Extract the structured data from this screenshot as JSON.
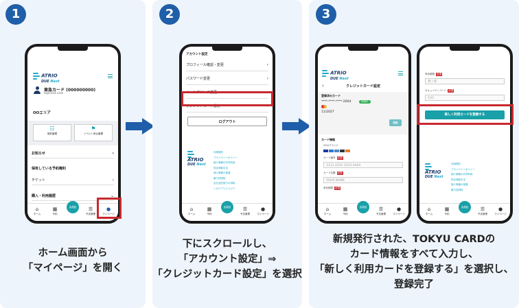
{
  "steps": [
    {
      "number": "1",
      "caption_lines": [
        "ホーム画面から",
        "「マイページ」を開く"
      ]
    },
    {
      "number": "2",
      "caption_lines": [
        "下にスクロールし、",
        "「アカウント設定」⇒",
        "「クレジットカード設定」を選択"
      ]
    },
    {
      "number": "3",
      "caption_lines": [
        "新規発行された、TOKYU CARDの",
        "カード情報をすべて入力し、",
        "「新しく利用カードを登録する」を選択し、",
        "登録完了"
      ]
    }
  ],
  "logo": {
    "line1": "ATRIO",
    "line2a": "DUE",
    "line2b": "Next"
  },
  "phone1": {
    "card_name": "東急カード (000000000)",
    "card_domain": "topcard.com",
    "area": "OOエリア",
    "btn_contract": "契約管理",
    "btn_event": "イベント申込管理",
    "rows": [
      "お知らせ",
      "保有している予約権利",
      "チケット",
      "購入・利用履歴"
    ]
  },
  "tabs": {
    "home": "ホーム",
    "reserve": "予約",
    "center": "会員証",
    "schedule": "予定管理",
    "mypage": "マイページ"
  },
  "center_tab_lines": [
    "会員",
    "証",
    "会員証"
  ],
  "phone2": {
    "header": "アカウント設定",
    "rows": [
      "プロフィール確認・変更",
      "パスワード変更",
      "メールアドレス変更",
      "クレジットカード設定"
    ],
    "logout": "ログアウト",
    "footer_links": [
      "利用規約",
      "プライバシーポリシー",
      "個人情報の共同利用",
      "特定商取引法",
      "個人情報の保護",
      "暴力団排除",
      "反社会的勢力の排除",
      "このアプリについて"
    ]
  },
  "phone3a": {
    "title": "クレジットカード設定",
    "registered_label": "登録済みカード",
    "card_number": "****-****-****-2004",
    "status": "利用中",
    "expiry": "11/2027",
    "delete": "削除",
    "card_info": "カード情報",
    "brand_label": "VISAブランド",
    "number_label": "カード番号",
    "number_placeholder": "1111 2222 3333 4444",
    "holder_label": "カード名義",
    "holder_placeholder": "YOUR NAME",
    "expiry_label": "有効期限"
  },
  "phone3b": {
    "expiry_label": "有効期限",
    "expiry_placeholder": "月 / 年",
    "cvc_label": "セキュリティコード",
    "cvc_placeholder": "CVC",
    "register_button": "新しく利用カードを登録する",
    "footer_links": [
      "利用規約",
      "プライバシーポリシー",
      "個人情報の共同利用",
      "特定商取引法",
      "個人情報の保護",
      "暴力団排除"
    ]
  },
  "required": "必須",
  "colors": {
    "accent": "#1f5ea8",
    "teal": "#1aa0a8",
    "highlight": "#c8282e",
    "panel": "#eef4fb"
  }
}
